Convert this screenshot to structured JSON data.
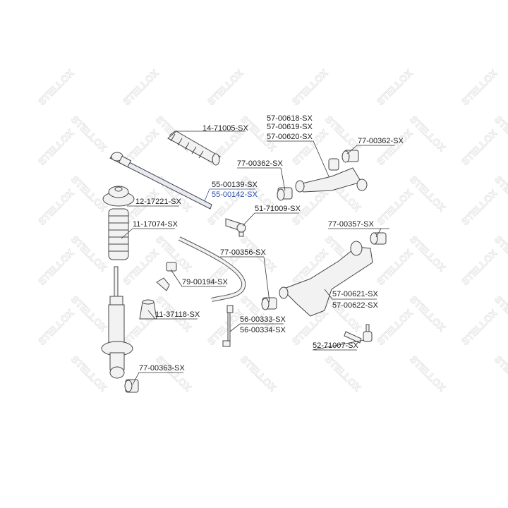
{
  "watermark": "STELLOX",
  "highlight_color": "#2f52a8",
  "labels": {
    "boot_steering": "14-71005-SX",
    "upper_arm_1": "57-00618-SX",
    "upper_arm_2": "57-00619-SX",
    "upper_arm_3": "57-00620-SX",
    "bush_upper_right": "77-00362-SX",
    "bush_upper_mid": "77-00362-SX",
    "tie_rod_1": "55-00139-SX",
    "tie_rod_2": "55-00142-SX",
    "strut_mount": "12-17221-SX",
    "tie_rod_end": "51-71009-SX",
    "strut_boot": "11-17074-SX",
    "bush_lower_rear": "77-00357-SX",
    "bush_lower_front": "77-00356-SX",
    "stab_bush": "79-00194-SX",
    "lower_arm_1": "57-00621-SX",
    "lower_arm_2": "57-00622-SX",
    "bump_stop": "11-37118-SX",
    "stab_link_1": "56-00333-SX",
    "stab_link_2": "56-00334-SX",
    "ball_joint": "52-71007-SX",
    "shock_bush": "77-00363-SX"
  }
}
